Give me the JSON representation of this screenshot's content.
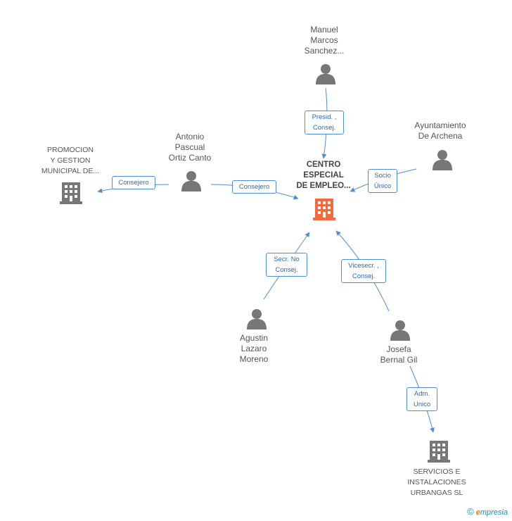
{
  "center": {
    "lines": [
      "CENTRO",
      "ESPECIAL",
      "DE EMPLEO..."
    ],
    "icon": "building-icon",
    "color": "#f26a3d"
  },
  "nodes": {
    "manuel": {
      "lines": [
        "Manuel",
        "Marcos",
        "Sanchez..."
      ],
      "icon": "person-icon"
    },
    "antonio": {
      "lines": [
        "Antonio",
        "Pascual",
        "Ortiz Canto"
      ],
      "icon": "person-icon"
    },
    "ayuntamiento": {
      "lines": [
        "Ayuntamiento",
        "De Archena"
      ],
      "icon": "person-icon"
    },
    "promocion": {
      "lines": [
        "PROMOCION",
        "Y GESTION",
        "MUNICIPAL DE..."
      ],
      "icon": "building-icon"
    },
    "agustin": {
      "lines": [
        "Agustin",
        "Lazaro",
        "Moreno"
      ],
      "icon": "person-icon"
    },
    "josefa": {
      "lines": [
        "Josefa",
        "Bernal Gil"
      ],
      "icon": "person-icon"
    },
    "servicios": {
      "lines": [
        "SERVICIOS E",
        "INSTALACIONES",
        "URBANGAS SL"
      ],
      "icon": "building-icon"
    }
  },
  "relations": {
    "manuel_center": {
      "lines": [
        "Presid. ,",
        "Consej."
      ]
    },
    "antonio_promocion": {
      "lines": [
        "Consejero"
      ]
    },
    "antonio_center": {
      "lines": [
        "Consejero"
      ]
    },
    "ayuntamiento_center": {
      "lines": [
        "Socio",
        "Único"
      ]
    },
    "agustin_center": {
      "lines": [
        "Secr. No",
        "Consej."
      ]
    },
    "josefa_center": {
      "lines": [
        "Vicesecr. ,",
        "Consej."
      ]
    },
    "josefa_servicios": {
      "lines": [
        "Adm.",
        "Unico"
      ]
    }
  },
  "colors": {
    "edge": "#4a8fdc",
    "icon": "#777777",
    "center_icon": "#f26a3d"
  },
  "footer": {
    "copyright": "©",
    "brand_e": "e",
    "brand_rest": "mpresia"
  }
}
